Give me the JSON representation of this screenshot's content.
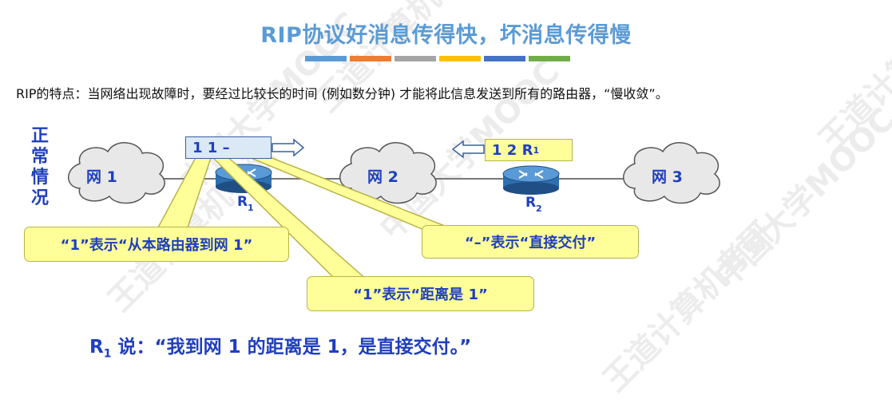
{
  "title": "RIP协议好消息传得快，坏消息传得慢",
  "title_color": "#5b9bd5",
  "color_bars": [
    "#5b9bd5",
    "#ed7d31",
    "#a5a5a5",
    "#ffc000",
    "#4472c4",
    "#70ad47"
  ],
  "note": "RIP的特点：当网络出现故障时，要经过比较长的时间 (例如数分钟) 才能将此信息发送到所有的路由器，“慢收敛”。",
  "vertical_label": "正常情况",
  "clouds": {
    "net1": "网 1",
    "net2": "网 2",
    "net3": "网 3"
  },
  "routers": {
    "r1": {
      "label": "R",
      "sub": "1"
    },
    "r2": {
      "label": "R",
      "sub": "2"
    }
  },
  "route_table_r1": "1  1  –",
  "route_table_r2": "1  2  R",
  "route_table_r2_sub": "1",
  "callouts": {
    "from_router": "“1”表示“从本路由器到网 1”",
    "direct": "“–”表示“直接交付”",
    "distance": "“1”表示“距离是 1”"
  },
  "quote": {
    "speaker": "R",
    "speaker_sub": "1",
    "text": " 说：“我到网 1 的距离是 1，是直接交付。”"
  },
  "watermarks": [
    "王道计算机考研",
    "中国大学MOOC"
  ],
  "colors": {
    "text_blue": "#1f3fbf",
    "callout_fill": "#ffff99",
    "route_box_fill": "#dbe9f7"
  }
}
